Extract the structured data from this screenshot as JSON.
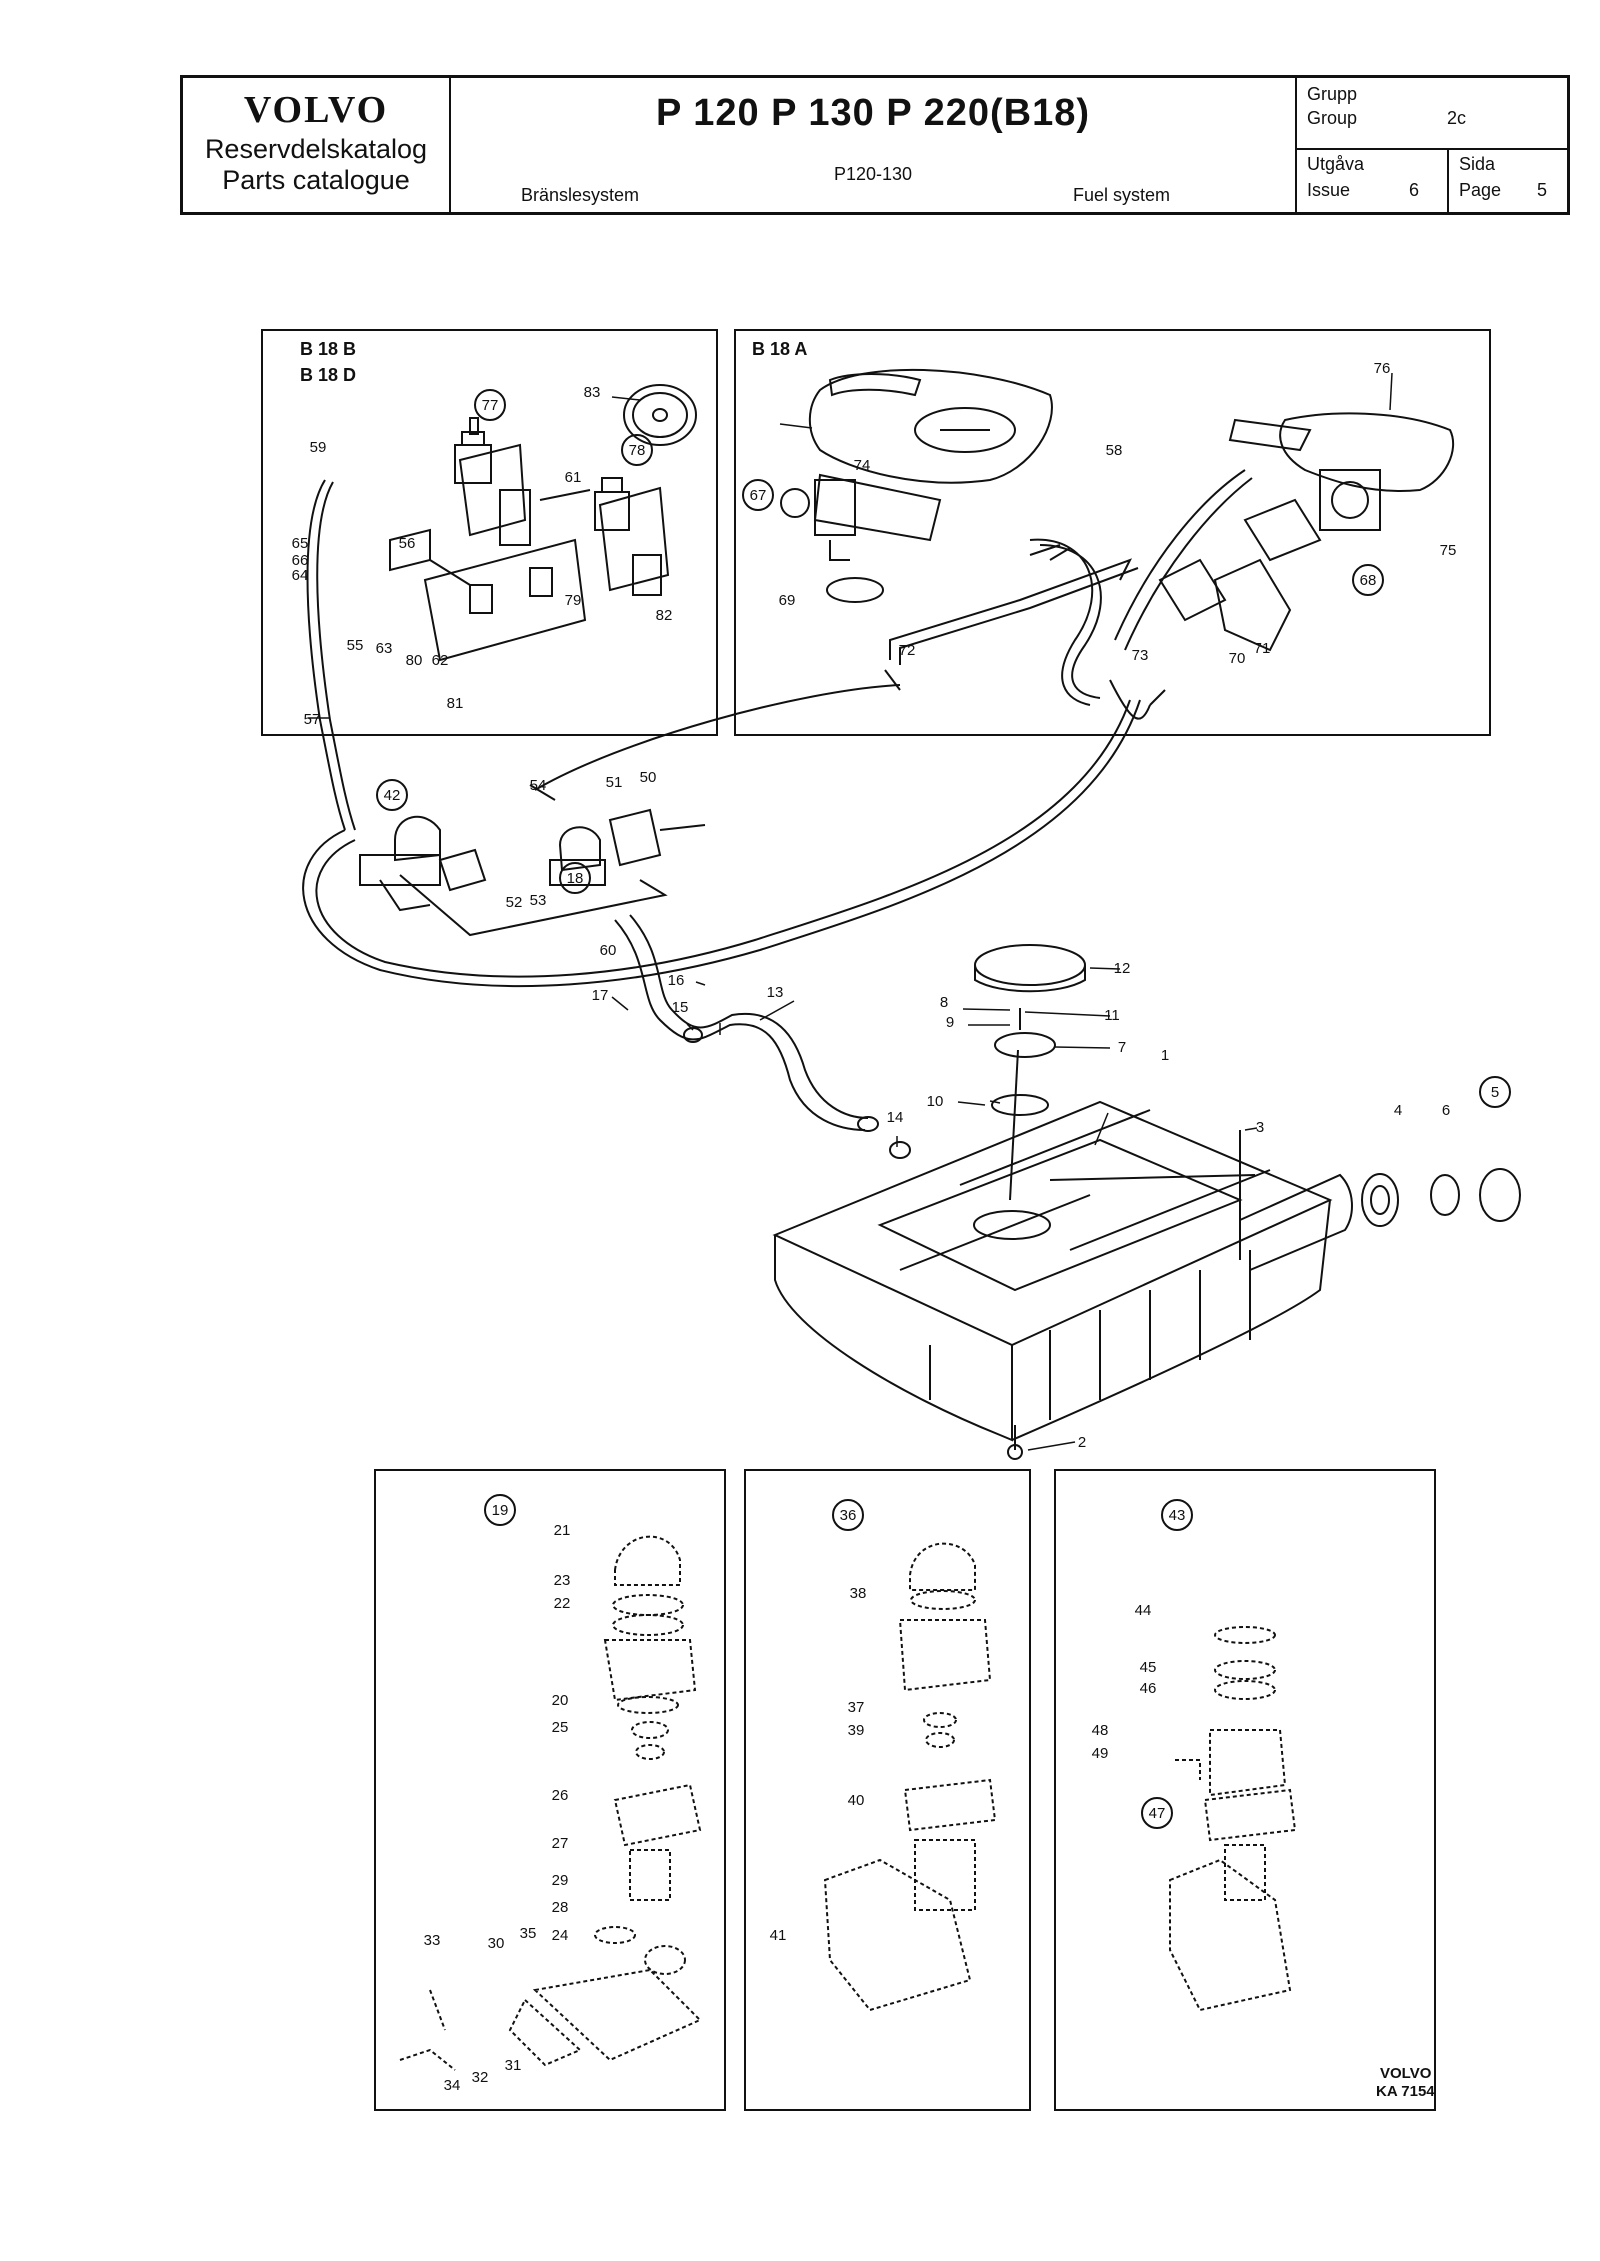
{
  "header": {
    "brand": "VOLVO",
    "catalog_sv": "Reservdelskatalog",
    "catalog_en": "Parts catalogue",
    "models": "P 120  P 130  P 220(B18)",
    "models_sub": "P120-130",
    "section_sv": "Bränslesystem",
    "section_en": "Fuel system",
    "group_sv": "Grupp",
    "group_en": "Group",
    "group_value": "2c",
    "issue_sv": "Utgåva",
    "issue_en": "Issue",
    "issue_value": "6",
    "page_sv": "Sida",
    "page_en": "Page",
    "page_value": "5"
  },
  "panels": {
    "b18bd_line1": "B 18 B",
    "b18bd_line2": "B 18 D",
    "b18a": "B 18 A"
  },
  "callouts": [
    "1",
    "2",
    "3",
    "4",
    "5",
    "6",
    "7",
    "8",
    "9",
    "10",
    "11",
    "12",
    "13",
    "14",
    "15",
    "16",
    "17",
    "18",
    "19",
    "20",
    "21",
    "22",
    "23",
    "24",
    "25",
    "26",
    "27",
    "28",
    "29",
    "30",
    "31",
    "32",
    "33",
    "34",
    "35",
    "36",
    "37",
    "38",
    "39",
    "40",
    "41",
    "42",
    "43",
    "44",
    "45",
    "46",
    "47",
    "48",
    "49",
    "50",
    "51",
    "52",
    "53",
    "54",
    "55",
    "56",
    "57",
    "58",
    "59",
    "60",
    "61",
    "62",
    "63",
    "64",
    "65",
    "66",
    "67",
    "68",
    "69",
    "70",
    "71",
    "72",
    "73",
    "74",
    "75",
    "76",
    "77",
    "78",
    "79",
    "80",
    "81",
    "82",
    "83"
  ],
  "footer": {
    "brand": "VOLVO",
    "code": "KA 7154"
  }
}
